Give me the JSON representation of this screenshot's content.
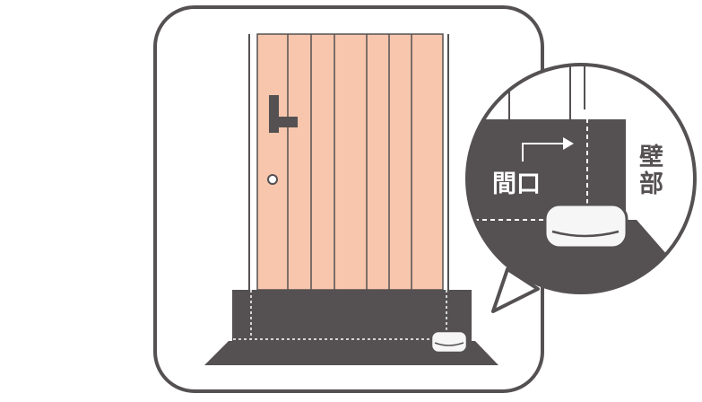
{
  "labels": {
    "opening": "間口",
    "wall_line1": "壁",
    "wall_line2": "部"
  },
  "colors": {
    "outline": "#555152",
    "door": "#f7c6ac",
    "floor": "#555152",
    "background": "#ffffff",
    "ornament": "#f6f6f6"
  },
  "icons": {
    "door_handle": "lever-handle-icon",
    "keyhole": "keyhole-icon",
    "ornament": "ornament-icon",
    "arrow": "arrow-right-icon"
  }
}
